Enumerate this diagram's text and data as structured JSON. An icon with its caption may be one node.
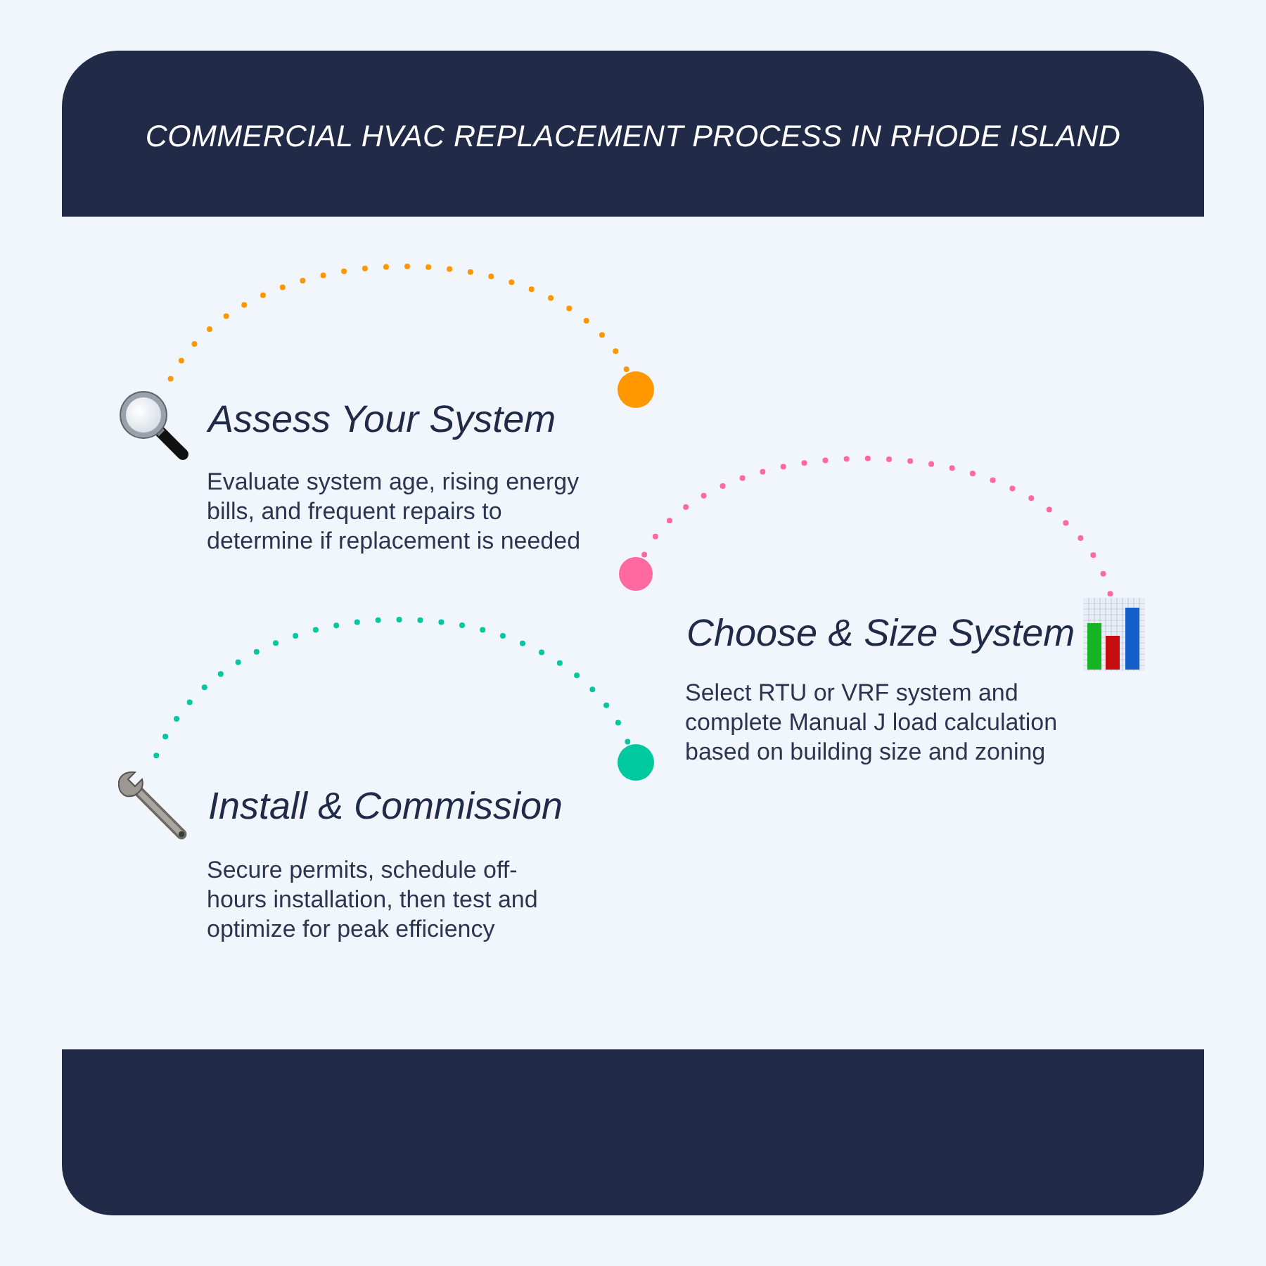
{
  "diagram": {
    "title": "COMMERCIAL HVAC REPLACEMENT PROCESS IN RHODE ISLAND",
    "nodes": [
      {
        "text": [
          "Assess Your System",
          "Evaluate system age, rising energy bills, and frequent repairs to determine if replacement is needed"
        ]
      },
      {
        "text": [],
        "shape": "circle"
      },
      {
        "text": [],
        "shape": "circle"
      },
      {
        "text": [
          "Choose & Size System",
          "Select RTU or VRF system and complete Manual J load calculation based on building size and zoning"
        ]
      },
      {
        "text": [
          "Install & Commission",
          "Secure permits, schedule off-hours installation, then test and optimize for peak efficiency"
        ]
      },
      {
        "text": [],
        "shape": "circle"
      }
    ],
    "edges": [
      {
        "from": 0,
        "to": 1,
        "arrow": "none",
        "style": "dashed",
        "color": "#ff9800"
      },
      {
        "from": 2,
        "to": 3,
        "arrow": "none",
        "style": "dashed",
        "color": "#ff69a0"
      },
      {
        "from": 4,
        "to": 5,
        "arrow": "none",
        "style": "dashed",
        "color": "#00c9a0"
      }
    ]
  }
}
